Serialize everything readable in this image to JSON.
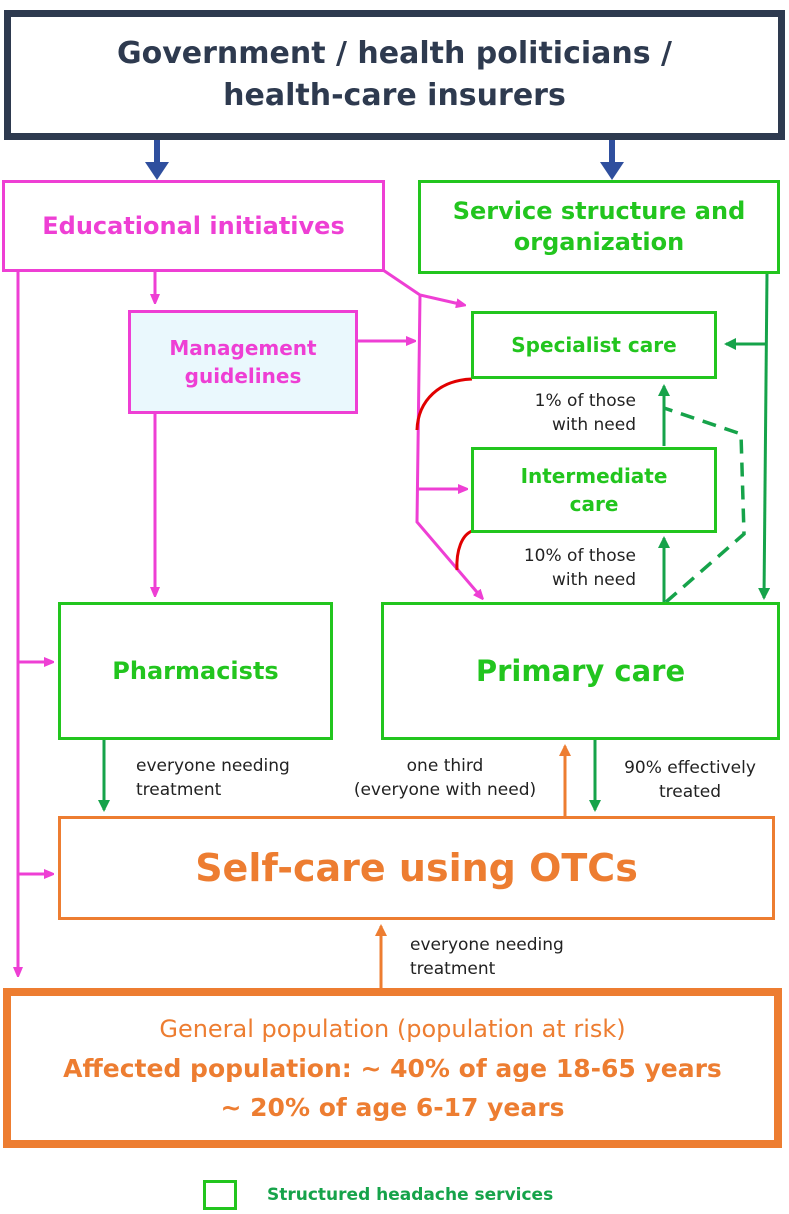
{
  "colors": {
    "navy": "#2e3a4f",
    "blue_arrow": "#2f4f9e",
    "magenta": "#ee3fd4",
    "green": "#22c51e",
    "green_text": "#22c51e",
    "dark_green_arrow": "#16a34a",
    "orange": "#ed7d31",
    "red": "#e10000",
    "light_blue_fill": "#eaf8fd"
  },
  "government": {
    "line1": "Government / health politicians /",
    "line2": "health-care insurers"
  },
  "educational": {
    "label": "Educational initiatives"
  },
  "service": {
    "line1": "Service structure and",
    "line2": "organization"
  },
  "guidelines": {
    "line1": "Management",
    "line2": "guidelines"
  },
  "specialist": {
    "label": "Specialist care"
  },
  "intermediate": {
    "line1": "Intermediate",
    "line2": "care"
  },
  "pharmacists": {
    "label": "Pharmacists"
  },
  "primary": {
    "label": "Primary care"
  },
  "selfcare": {
    "label": "Self-care using OTCs"
  },
  "population": {
    "line1": "General population (population at risk)",
    "line2": "Affected population: ~ 40% of age 18-65 years",
    "line3": "~ 20% of age 6-17 years"
  },
  "annotations": {
    "one_pct_l1": "1% of those",
    "one_pct_l2": "with need",
    "ten_pct_l1": "10% of those",
    "ten_pct_l2": "with need",
    "pharm_l1": "everyone needing",
    "pharm_l2": "treatment",
    "third_l1": "one third",
    "third_l2": "(everyone with need)",
    "ninety_l1": "90% effectively",
    "ninety_l2": "treated",
    "pop_l1": "everyone needing",
    "pop_l2": "treatment"
  },
  "legend": {
    "label": "Structured headache services"
  }
}
